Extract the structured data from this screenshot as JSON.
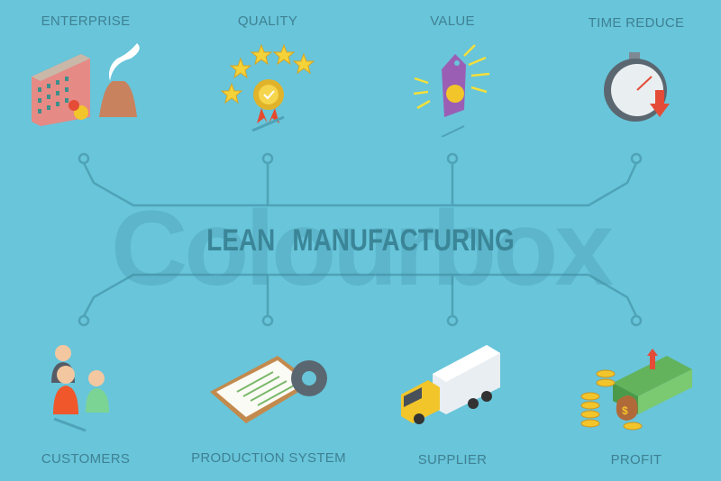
{
  "title": "LEAN MANUFACTURING",
  "watermark": "Colourbox",
  "top_items": [
    {
      "label": "ENTERPRISE",
      "icon": "factory-icon"
    },
    {
      "label": "QUALITY",
      "icon": "award-stars-icon"
    },
    {
      "label": "VALUE",
      "icon": "price-tag-icon"
    },
    {
      "label": "TIME REDUCE",
      "icon": "stopwatch-icon"
    }
  ],
  "bottom_items": [
    {
      "label": "CUSTOMERS",
      "icon": "customers-icon"
    },
    {
      "label": "PRODUCTION SYSTEM",
      "icon": "checklist-gear-icon"
    },
    {
      "label": "SUPPLIER",
      "icon": "truck-icon"
    },
    {
      "label": "PROFIT",
      "icon": "money-icon"
    }
  ],
  "colors": {
    "background": "#68c5da",
    "text": "#3f8193",
    "lines": "#4fa3b6"
  }
}
